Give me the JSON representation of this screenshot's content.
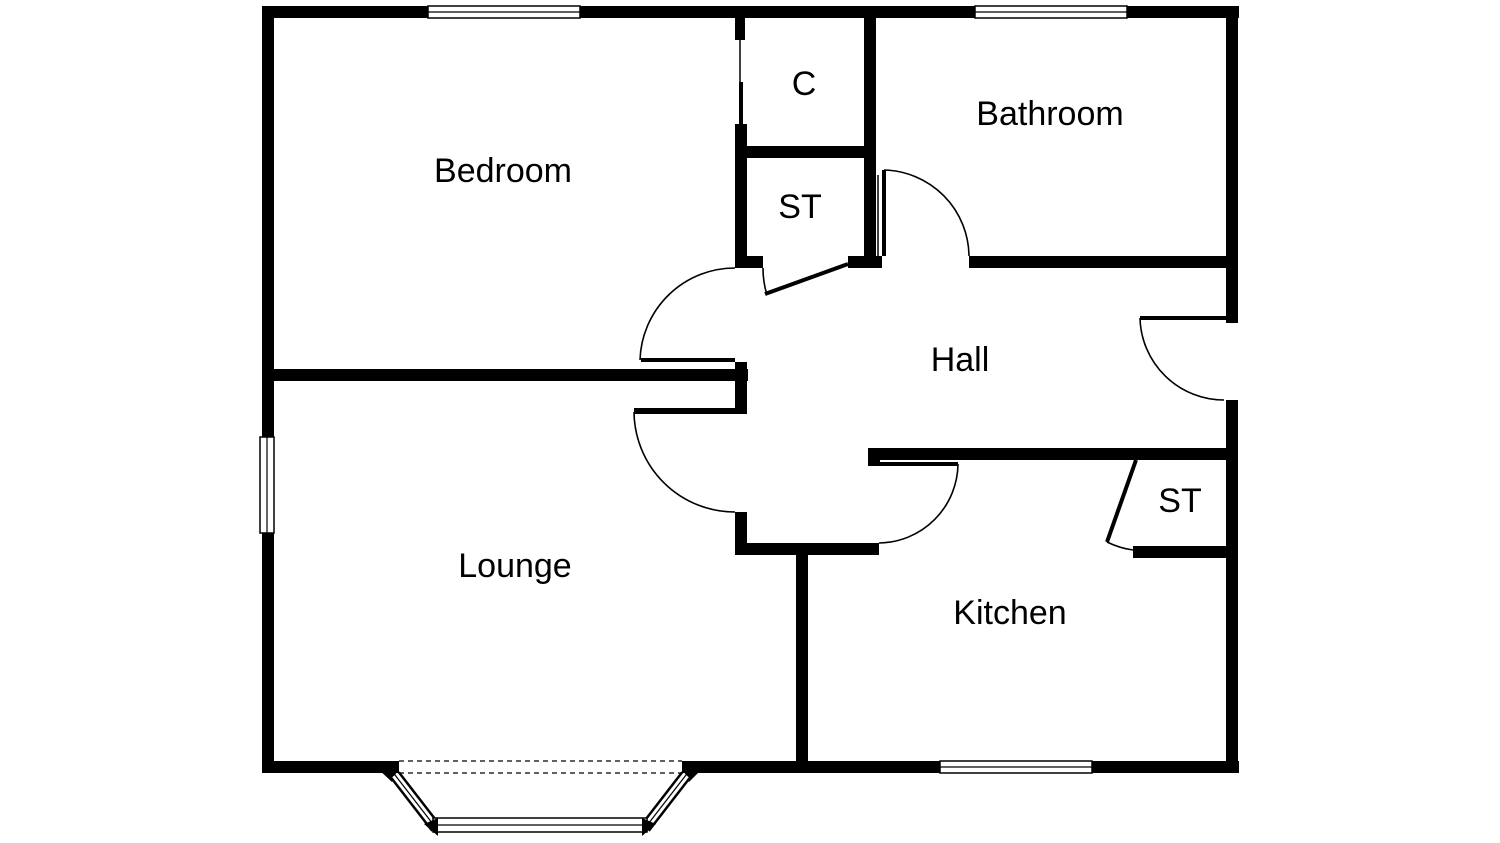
{
  "floorplan": {
    "colors": {
      "wall": "#000000",
      "background": "#ffffff"
    },
    "rooms": {
      "bedroom": "Bedroom",
      "cupboard": "C",
      "bathroom": "Bathroom",
      "store_hall": "ST",
      "hall": "Hall",
      "lounge": "Lounge",
      "kitchen": "Kitchen",
      "store_kitchen": "ST"
    }
  }
}
